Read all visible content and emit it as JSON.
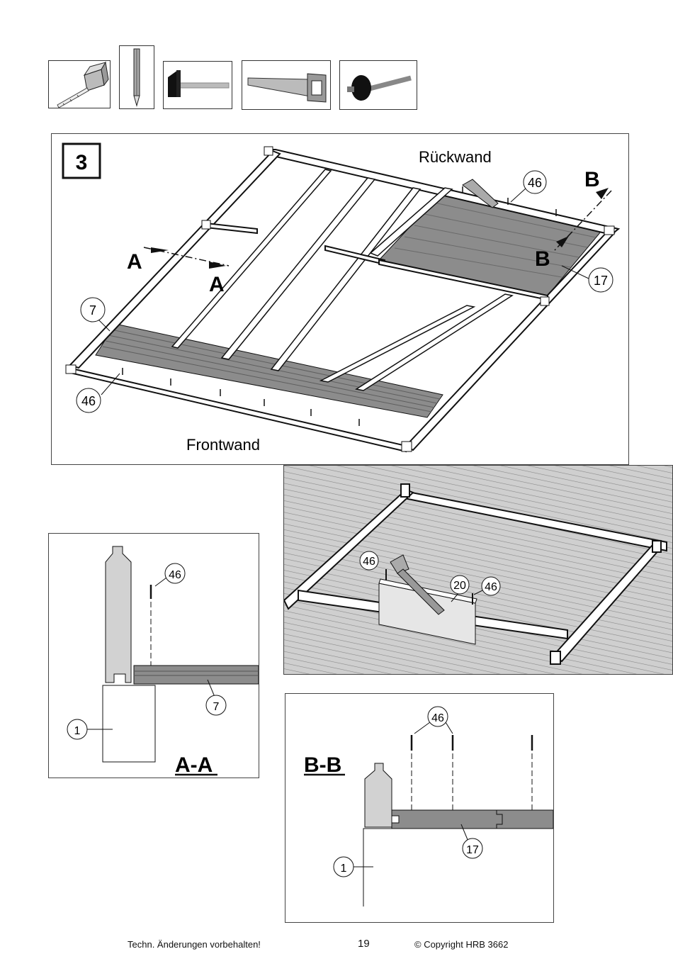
{
  "tools": [
    {
      "icon": "tape-measure-icon"
    },
    {
      "icon": "pencil-icon"
    },
    {
      "icon": "hammer-icon"
    },
    {
      "icon": "saw-icon"
    },
    {
      "icon": "rubber-mallet-icon"
    }
  ],
  "step": {
    "number": "3",
    "back_wall_label": "Rückwand",
    "front_wall_label": "Frontwand",
    "section_a": "A",
    "section_b": "B",
    "callouts": {
      "nail": "46",
      "floorboard": "17",
      "board_7": "7"
    }
  },
  "detail_saw": {
    "callouts": {
      "nail_left": "46",
      "part": "20",
      "nail_right": "46"
    }
  },
  "section_aa": {
    "title": "A-A",
    "callouts": {
      "nail": "46",
      "board": "7",
      "beam": "1"
    }
  },
  "section_bb": {
    "title": "B-B",
    "callouts": {
      "nail": "46",
      "board": "17",
      "beam": "1"
    }
  },
  "footer": {
    "left": "Techn. Änderungen vorbehalten!",
    "page": "19",
    "right": "© Copyright HRB 3662"
  },
  "colors": {
    "board_gray": "#8c8c8c",
    "light_gray": "#c8c8c8",
    "line": "#111111"
  }
}
